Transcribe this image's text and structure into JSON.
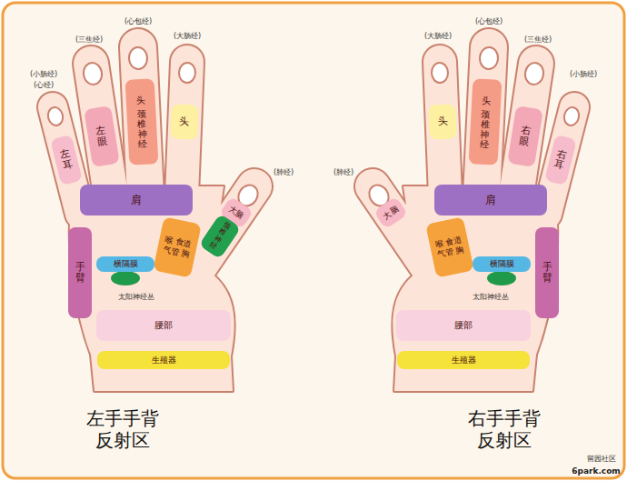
{
  "diagram": {
    "nodes": [
      {
        "text": [
          "左耳"
        ]
      },
      {
        "text": [
          "左眼"
        ]
      },
      {
        "text": [
          "头",
          "颈椎神经"
        ]
      },
      {
        "text": [
          "头"
        ]
      },
      {
        "text": [
          "大脑"
        ]
      },
      {
        "text": [
          "颈椎神经"
        ]
      },
      {
        "text": [
          "肩"
        ]
      },
      {
        "text": [
          "喉 食道 气管 胸"
        ]
      },
      {
        "text": [
          "手臂"
        ]
      },
      {
        "text": [
          "横隔膜"
        ]
      },
      {
        "text": [
          "腰部"
        ]
      },
      {
        "text": [
          "生殖器"
        ]
      },
      {
        "text": [
          "大脑"
        ]
      },
      {
        "text": [
          "头"
        ]
      },
      {
        "text": [
          "头",
          "颈椎神经"
        ]
      },
      {
        "text": [
          "右眼"
        ]
      },
      {
        "text": [
          "右耳"
        ]
      },
      {
        "text": [
          "喉 食道 气管 胸"
        ]
      },
      {
        "text": [
          "肩"
        ]
      },
      {
        "text": [
          "手臂"
        ]
      },
      {
        "text": [
          "横隔膜"
        ]
      },
      {
        "text": [
          "腰部"
        ]
      },
      {
        "text": [
          "生殖器"
        ]
      }
    ],
    "labels": [
      "(小肠经)",
      "(心经)",
      "(三焦经)",
      "(心包经)",
      "(大肠经)",
      "(肺经)",
      "太阳神经丛",
      "左手手背 反射区",
      "(肺经)",
      "(大肠经)",
      "(心包经)",
      "(三焦经)",
      "(小肠经)",
      "太阳神经丛",
      "右手手背 反射区",
      "留园社区",
      "6park.com"
    ]
  }
}
